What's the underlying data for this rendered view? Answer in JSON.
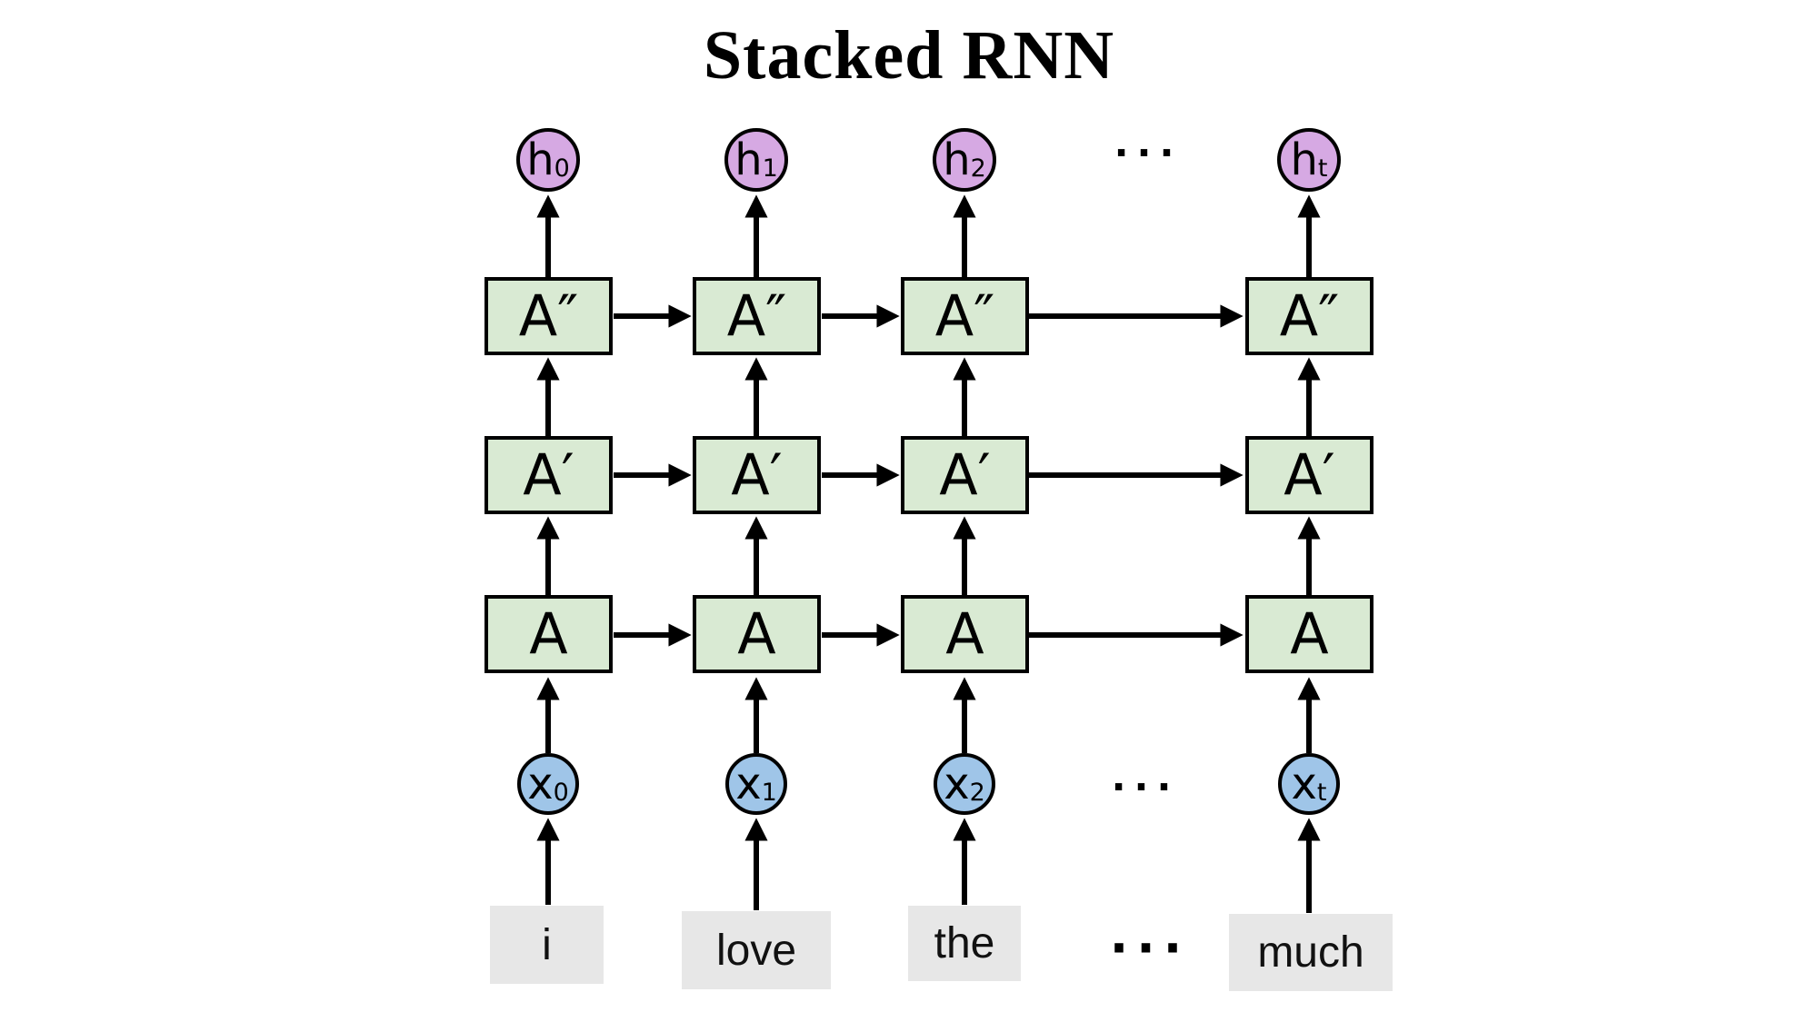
{
  "title": "Stacked RNN",
  "ellipsis": "···",
  "layers": [
    {
      "name": "layer-3-top",
      "label": "A″"
    },
    {
      "name": "layer-2-middle",
      "label": "A′"
    },
    {
      "name": "layer-1-bottom",
      "label": "A"
    }
  ],
  "columns": [
    {
      "output_base": "h",
      "output_sub": "0",
      "input_base": "x",
      "input_sub": "0",
      "word": "i"
    },
    {
      "output_base": "h",
      "output_sub": "1",
      "input_base": "x",
      "input_sub": "1",
      "word": "love"
    },
    {
      "output_base": "h",
      "output_sub": "2",
      "input_base": "x",
      "input_sub": "2",
      "word": "the"
    },
    {
      "output_base": "h",
      "output_sub": "t",
      "input_base": "x",
      "input_sub": "t",
      "word": "much"
    }
  ],
  "colors": {
    "cell_fill": "#d9ead3",
    "output_fill": "#d6a9e3",
    "input_fill": "#9fc5e8",
    "word_fill": "#e7e7e7",
    "stroke": "#000000",
    "background": "#ffffff"
  }
}
